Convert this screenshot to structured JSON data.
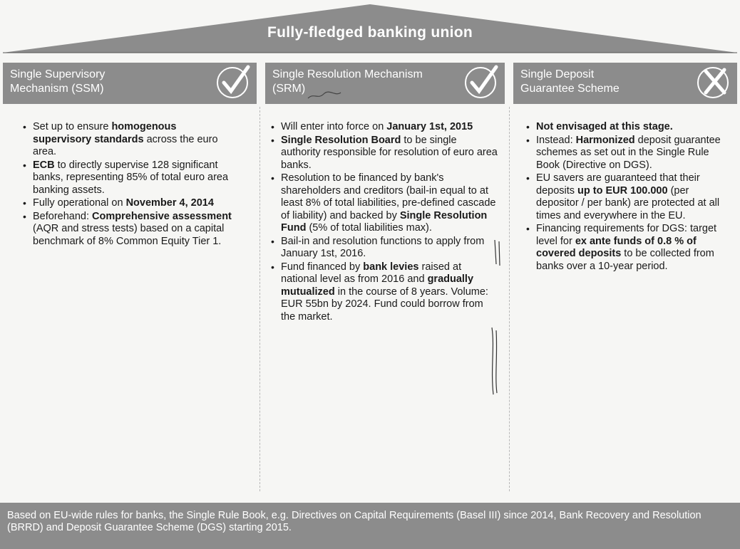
{
  "header": {
    "title": "Fully-fledged banking union"
  },
  "pillars": [
    {
      "title": "Single Supervisory Mechanism (SSM)",
      "status": "check",
      "bullets": [
        [
          {
            "t": "Set up to ensure "
          },
          {
            "t": "homogenous supervisory standards",
            "b": true
          },
          {
            "t": " across the euro area."
          }
        ],
        [
          {
            "t": "ECB",
            "b": true
          },
          {
            "t": " to directly supervise 128 significant banks, representing 85% of total euro area banking assets."
          }
        ],
        [
          {
            "t": "Fully operational on "
          },
          {
            "t": "November 4, 2014",
            "b": true
          }
        ],
        [
          {
            "t": "Beforehand: "
          },
          {
            "t": "Comprehensive assessment",
            "b": true
          },
          {
            "t": " (AQR and stress tests) based on a capital benchmark of 8% Common Equity Tier 1."
          }
        ]
      ]
    },
    {
      "title": "Single Resolution Mechanism (SRM)",
      "status": "check",
      "bullets": [
        [
          {
            "t": "Will enter into force on "
          },
          {
            "t": "January 1st, 2015",
            "b": true
          }
        ],
        [
          {
            "t": "Single Resolution Board",
            "b": true
          },
          {
            "t": " to be single authority responsible for resolution of euro area banks."
          }
        ],
        [
          {
            "t": "Resolution to be financed by bank's shareholders and creditors (bail-in equal to at least 8% of total liabilities, pre-defined cascade of liability) and backed by "
          },
          {
            "t": "Single Resolution Fund",
            "b": true
          },
          {
            "t": " (5% of total liabilities max)."
          }
        ],
        [
          {
            "t": "Bail-in and resolution functions to apply from January 1st, 2016."
          }
        ],
        [
          {
            "t": "Fund financed by "
          },
          {
            "t": "bank levies",
            "b": true
          },
          {
            "t": " raised at national level as from 2016 and "
          },
          {
            "t": "gradually mutualized",
            "b": true
          },
          {
            "t": " in the course of 8 years. Volume: EUR 55bn by 2024. Fund could borrow from the market."
          }
        ]
      ]
    },
    {
      "title": "Single Deposit Guarantee Scheme",
      "status": "cross",
      "bullets": [
        [
          {
            "t": "Not envisaged at this stage.",
            "b": true
          }
        ],
        [
          {
            "t": "Instead: "
          },
          {
            "t": "Harmonized",
            "b": true
          },
          {
            "t": " deposit guarantee schemes as set out in the Single Rule Book (Directive on DGS)."
          }
        ],
        [
          {
            "t": "EU savers are guaranteed that their deposits "
          },
          {
            "t": "up to EUR 100.000",
            "b": true
          },
          {
            "t": " (per depositor / per bank) are protected at all times and everywhere in the EU."
          }
        ],
        [
          {
            "t": "Financing requirements for DGS: target level for "
          },
          {
            "t": "ex ante funds of 0.8 % of covered deposits",
            "b": true
          },
          {
            "t": " to be collected from banks over a 10-year period."
          }
        ]
      ]
    }
  ],
  "footer": {
    "text": "Based on EU-wide rules for banks, the Single Rule Book, e.g. Directives on Capital Requirements (Basel III) since 2014, Bank Recovery and Resolution (BRRD) and Deposit Guarantee Scheme (DGS) starting 2015."
  },
  "colors": {
    "band": "#8c8c8c",
    "text": "#1a1a1a",
    "background": "#f6f6f4"
  }
}
